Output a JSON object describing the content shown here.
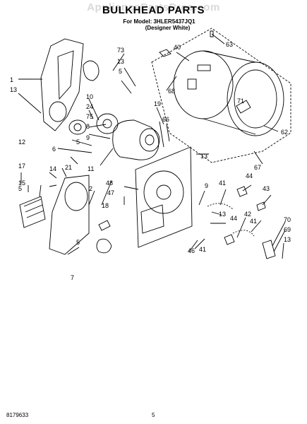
{
  "header": {
    "watermark": "AppliancePartsPros.com",
    "title": "BULKHEAD PARTS",
    "model_line": "For Model: 3HLER5437JQ1",
    "color_line": "(Designer White)"
  },
  "footer": {
    "doc_number": "8179633",
    "page_number": "5"
  },
  "callouts": [
    "1",
    "13",
    "73",
    "40",
    "63",
    "13",
    "5",
    "10",
    "24",
    "75",
    "8",
    "9",
    "19",
    "66",
    "68",
    "71",
    "62",
    "67",
    "12",
    "5",
    "6",
    "21",
    "11",
    "13",
    "17",
    "15",
    "14",
    "5",
    "2",
    "48",
    "47",
    "18",
    "9",
    "41",
    "44",
    "43",
    "5",
    "13",
    "44",
    "42",
    "41",
    "70",
    "69",
    "13",
    "46",
    "41",
    "7"
  ]
}
